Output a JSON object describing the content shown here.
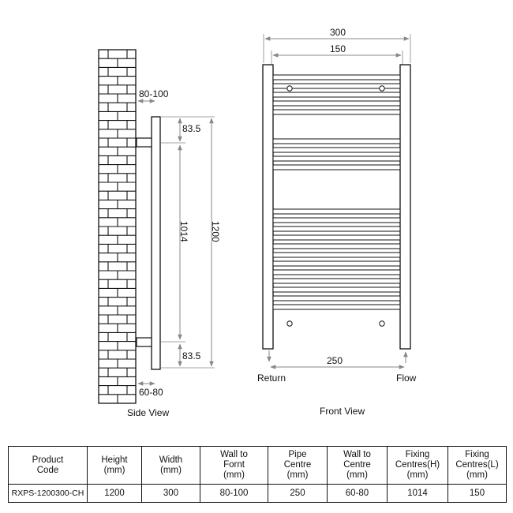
{
  "drawing": {
    "side_view_label": "Side View",
    "front_view_label": "Front View",
    "side_dims": {
      "wall_gap": "80-100",
      "top_offset": "83.5",
      "fixing_centres": "1014",
      "height": "1200",
      "bottom_offset": "83.5",
      "pipe_offset": "60-80"
    },
    "front_dims": {
      "width": "300",
      "fixing_width": "150",
      "pipe_centre": "250",
      "return_label": "Return",
      "flow_label": "Flow"
    }
  },
  "table": {
    "headers": [
      "Product\nCode",
      "Height\n(mm)",
      "Width\n(mm)",
      "Wall to\nFornt\n(mm)",
      "Pipe\nCentre\n(mm)",
      "Wall to\nCentre\n(mm)",
      "Fixing\nCentres(H)\n(mm)",
      "Fixing\nCentres(L)\n(mm)"
    ],
    "rows": [
      [
        "RXPS-1200300-CH",
        "1200",
        "300",
        "80-100",
        "250",
        "60-80",
        "1014",
        "150"
      ]
    ]
  }
}
